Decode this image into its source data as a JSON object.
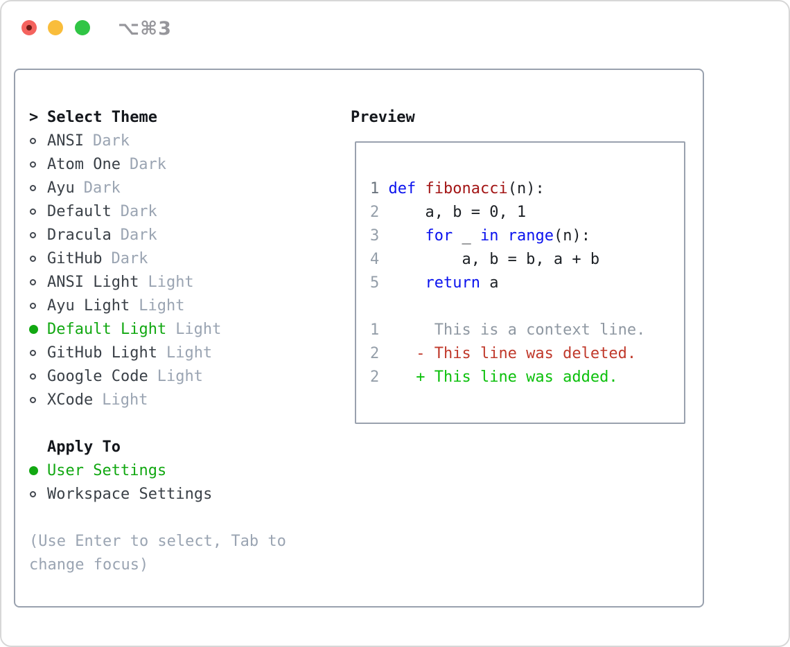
{
  "window": {
    "shortcut": "⌥⌘3"
  },
  "theme_picker": {
    "title_prefix": ">",
    "title": "Select Theme",
    "themes": [
      {
        "name": "ANSI",
        "variant": "Dark",
        "selected": false
      },
      {
        "name": "Atom One",
        "variant": "Dark",
        "selected": false
      },
      {
        "name": "Ayu",
        "variant": "Dark",
        "selected": false
      },
      {
        "name": "Default",
        "variant": "Dark",
        "selected": false
      },
      {
        "name": "Dracula",
        "variant": "Dark",
        "selected": false
      },
      {
        "name": "GitHub",
        "variant": "Dark",
        "selected": false
      },
      {
        "name": "ANSI Light",
        "variant": "Light",
        "selected": false
      },
      {
        "name": "Ayu Light",
        "variant": "Light",
        "selected": false
      },
      {
        "name": "Default Light",
        "variant": "Light",
        "selected": true
      },
      {
        "name": "GitHub Light",
        "variant": "Light",
        "selected": false
      },
      {
        "name": "Google Code",
        "variant": "Light",
        "selected": false
      },
      {
        "name": "XCode",
        "variant": "Light",
        "selected": false
      }
    ],
    "apply_to": {
      "title": "Apply To",
      "options": [
        {
          "label": "User Settings",
          "selected": true
        },
        {
          "label": "Workspace Settings",
          "selected": false
        }
      ]
    },
    "hint_lines": [
      "(Use Enter to select, Tab to",
      "change focus)"
    ]
  },
  "preview": {
    "title": "Preview",
    "code_lines": [
      [
        {
          "t": "1 ",
          "s": "ln-hl"
        },
        {
          "t": "def",
          "s": "kw"
        },
        {
          "t": " ",
          "s": "plain"
        },
        {
          "t": "fibonacci",
          "s": "fn"
        },
        {
          "t": "(n):",
          "s": "plain"
        }
      ],
      [
        {
          "t": "2 ",
          "s": "ln"
        },
        {
          "t": "    a, b = 0, 1",
          "s": "plain"
        }
      ],
      [
        {
          "t": "3 ",
          "s": "ln"
        },
        {
          "t": "    ",
          "s": "plain"
        },
        {
          "t": "for",
          "s": "kw"
        },
        {
          "t": " _ ",
          "s": "plain"
        },
        {
          "t": "in",
          "s": "kw"
        },
        {
          "t": " ",
          "s": "plain"
        },
        {
          "t": "range",
          "s": "kw"
        },
        {
          "t": "(n):",
          "s": "plain"
        }
      ],
      [
        {
          "t": "4 ",
          "s": "ln"
        },
        {
          "t": "        a, b = b, a + b",
          "s": "plain"
        }
      ],
      [
        {
          "t": "5 ",
          "s": "ln"
        },
        {
          "t": "    ",
          "s": "plain"
        },
        {
          "t": "return",
          "s": "kw"
        },
        {
          "t": " a",
          "s": "plain"
        }
      ],
      [],
      [
        {
          "t": "1",
          "s": "ln"
        },
        {
          "t": "      This is a context line.",
          "s": "ctx"
        }
      ],
      [
        {
          "t": "2",
          "s": "ln"
        },
        {
          "t": "    ",
          "s": "plain"
        },
        {
          "t": "- This line was deleted.",
          "s": "del"
        }
      ],
      [
        {
          "t": "2",
          "s": "ln"
        },
        {
          "t": "    ",
          "s": "plain"
        },
        {
          "t": "+ This line was added.",
          "s": "add"
        }
      ]
    ]
  },
  "colors": {
    "accent_green": "#12a812",
    "keyword_blue": "#0a12ee",
    "function_red": "#a31515",
    "deleted_red": "#c0392b",
    "added_green": "#0cc00c",
    "muted_gray": "#9aa4b2",
    "border_gray": "#99a1ae"
  }
}
